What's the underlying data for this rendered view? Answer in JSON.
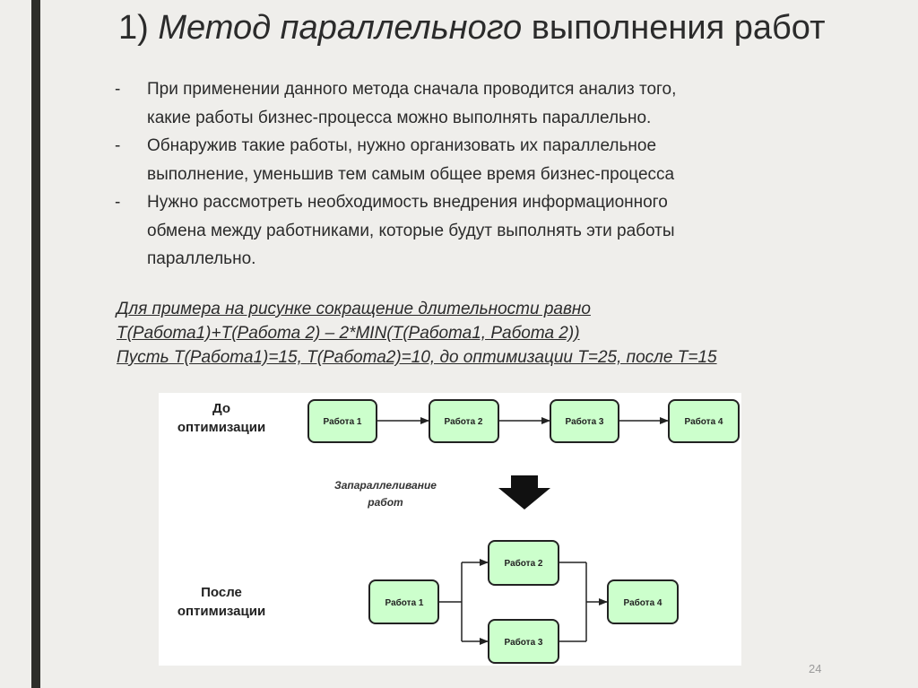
{
  "title": {
    "prefix": "1) ",
    "italic": "Метод параллельного",
    "rest": " выполнения работ"
  },
  "bullets": [
    {
      "dash": "-",
      "lines": [
        "При применении данного метода сначала проводится анализ того,",
        "какие работы бизнес-процесса можно выполнять параллельно."
      ]
    },
    {
      "dash": "-",
      "lines": [
        "Обнаружив такие работы, нужно организовать их параллельное",
        "выполнение, уменьшив тем самым общее время бизнес-процесса"
      ]
    },
    {
      "dash": "-",
      "lines": [
        "Нужно рассмотреть необходимость внедрения информационного",
        "обмена между работниками, которые будут выполнять эти работы",
        "параллельно."
      ]
    }
  ],
  "example": {
    "line1": "Для примера на рисунке сокращение длительности равно",
    "line2": " T(Работа1)+T(Работа 2) – 2*MIN(T(Работа1, Работа 2))",
    "line3": "Пусть T(Работа1)=15, T(Работа2)=10, до оптимизации T=25, после T=15"
  },
  "diagram": {
    "before_label": [
      "До",
      "оптимизации"
    ],
    "after_label": [
      "После",
      "оптимизации"
    ],
    "transform_label": [
      "Запараллеливание",
      "работ"
    ],
    "before_boxes": [
      "Работа 1",
      "Работа 2",
      "Работа 3",
      "Работа 4"
    ],
    "after_boxes": [
      "Работа 1",
      "Работа 2",
      "Работа 3",
      "Работа 4"
    ],
    "colors": {
      "box_fill": "#ccffcc",
      "box_stroke": "#222222",
      "line": "#222222"
    }
  },
  "page_number": "24"
}
